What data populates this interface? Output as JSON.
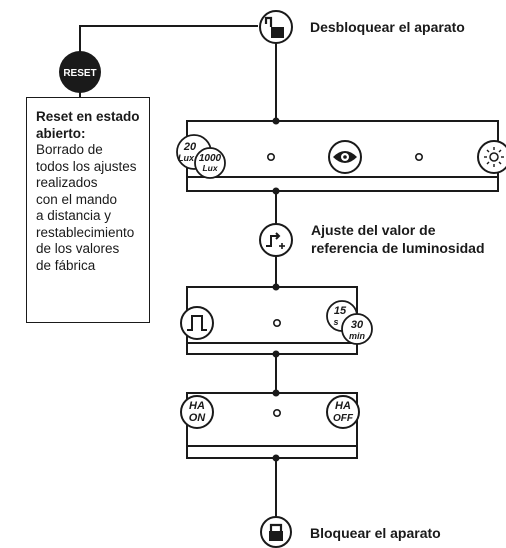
{
  "labels": {
    "unlock": "Desbloquear el aparato",
    "setpoint_line1": "Ajuste del valor de",
    "setpoint_line2": "referencia de luminosidad",
    "lock": "Bloquear el aparato"
  },
  "reset_button": {
    "text": "RESET"
  },
  "reset_note": {
    "title_line1": "Reset en estado",
    "title_line2": "abierto:",
    "body_lines": [
      "Borrado de",
      "todos los ajustes",
      "realizados",
      "con el mando",
      "a distancia y",
      "restablecimiento",
      "de los valores",
      "de fábrica"
    ]
  },
  "icons": {
    "lux_20_top": "20",
    "lux_20_bottom": "Lux",
    "lux_1000_top": "1000",
    "lux_1000_bottom": "Lux",
    "time_15_top": "15",
    "time_15_bottom": "s",
    "time_30_top": "30",
    "time_30_bottom": "min",
    "ha_on_top": "HA",
    "ha_on_bottom": "ON",
    "ha_off_top": "HA",
    "ha_off_bottom": "OFF"
  }
}
